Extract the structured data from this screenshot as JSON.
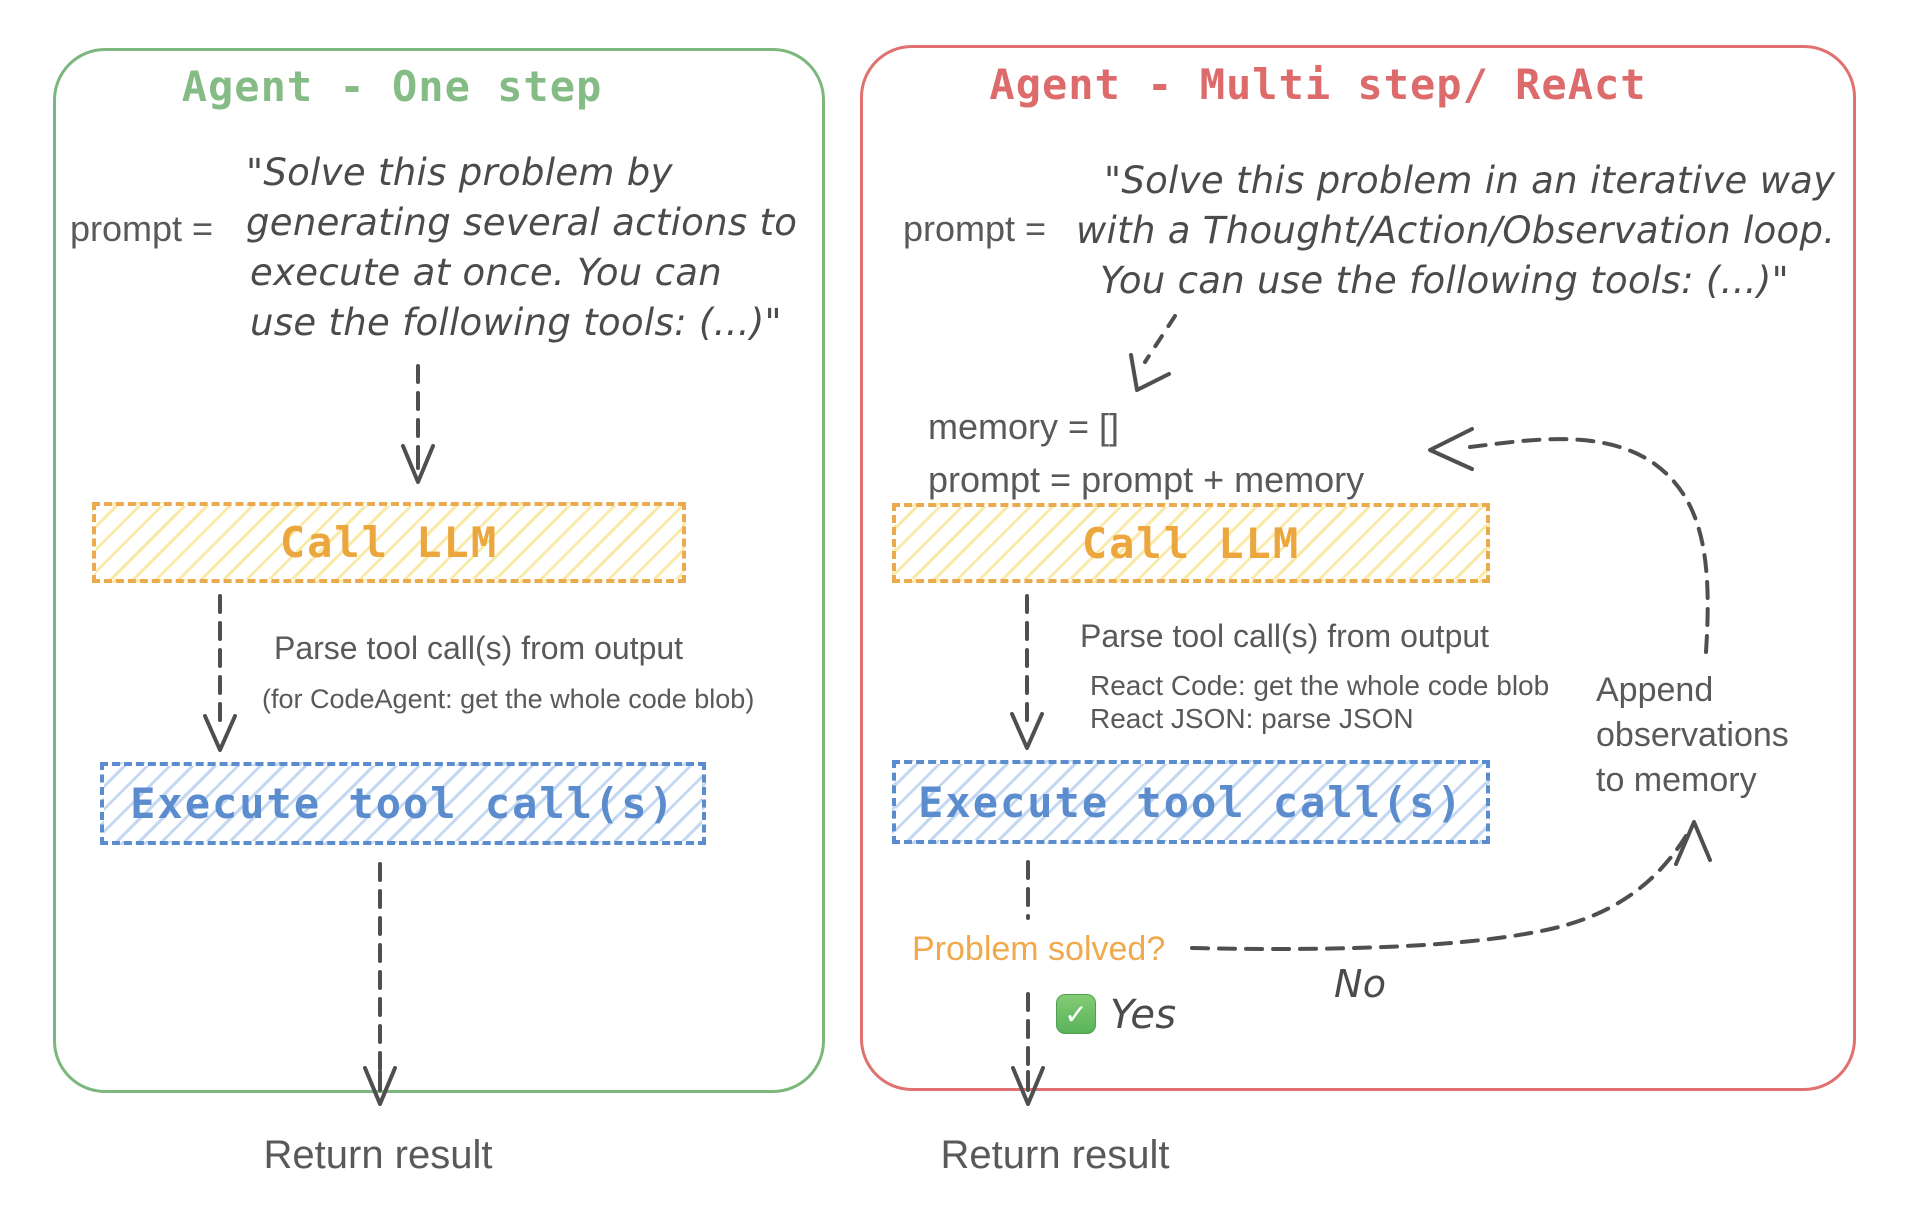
{
  "colors": {
    "panel_green": "#7cb87c",
    "title_green": "#85bc85",
    "panel_red": "#e1716e",
    "title_red": "#dd6b6b",
    "call_llm_orange": "#eca63e",
    "execute_blue": "#5b8ccd",
    "hatch_yellow": "#faeaa9",
    "hatch_blue": "#c4d9f1",
    "text_gray": "#58595b",
    "arrow_gray": "#4f4f4f",
    "problem_orange": "#f0a94c",
    "check_green": "#58b25a"
  },
  "left_panel": {
    "title": "Agent - One step",
    "prompt_label": "prompt =",
    "prompt_lines": {
      "0": "\"Solve this problem by",
      "1": "generating several actions to",
      "2": "execute at once. You can",
      "3": "use the following tools: (...)\""
    },
    "call_llm_label": "Call LLM",
    "parse_text": "Parse tool call(s) from output",
    "parse_subtext": "(for CodeAgent: get the whole code blob)",
    "execute_label": "Execute tool call(s)",
    "return_label": "Return result"
  },
  "right_panel": {
    "title": "Agent - Multi step/ ReAct",
    "prompt_label": "prompt =",
    "prompt_lines": {
      "0": "\"Solve this problem in an iterative way",
      "1": "with a Thought/Action/Observation loop.",
      "2": "You can use the following tools: (...)\""
    },
    "memory_init": "memory = []",
    "prompt_update": "prompt = prompt + memory",
    "call_llm_label": "Call LLM",
    "parse_text": "Parse tool call(s) from output",
    "parse_subtext_code": "React Code: get the whole code blob",
    "parse_subtext_json": "React JSON: parse JSON",
    "execute_label": "Execute tool call(s)",
    "problem_solved": "Problem solved?",
    "yes_check_glyph": "✓",
    "yes_label": "Yes",
    "no_label": "No",
    "append_lines": {
      "0": "Append",
      "1": "observations",
      "2": "to memory"
    },
    "return_label": "Return result"
  }
}
